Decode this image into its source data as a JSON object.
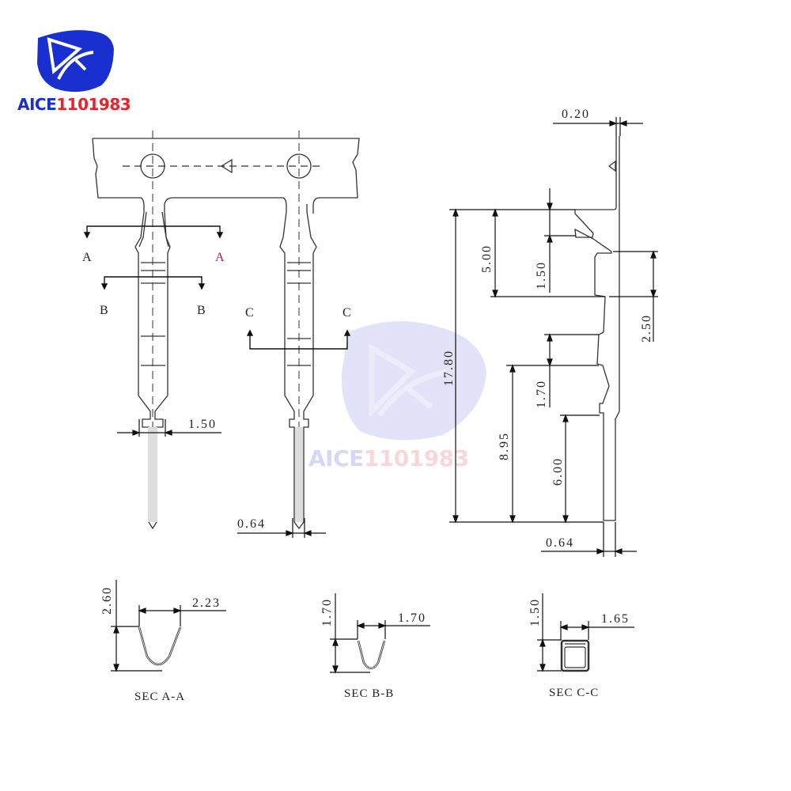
{
  "brand": {
    "logo_text_prefix": "AICE",
    "logo_text_number": "1101983",
    "logo_color_blue": "#1a2fd0",
    "logo_color_red": "#e8232b",
    "watermark_prefix": "AICE",
    "watermark_number": "1101983"
  },
  "front_view": {
    "section_markers": {
      "a_left": "A",
      "a_right": "A",
      "b_left": "B",
      "b_right": "B",
      "c_left": "C",
      "c_right": "C"
    },
    "dimensions": {
      "width_pin": "1.50",
      "width_tip": "0.64"
    }
  },
  "side_view": {
    "dimensions": {
      "thickness": "0.20",
      "total_length": "17.80",
      "crimp_length": "5.00",
      "insulation_barb": "1.50",
      "contact_box": "2.50",
      "lance_gap": "1.70",
      "pin_from_shoulder": "8.95",
      "pin_length": "6.00",
      "pin_width": "0.64"
    }
  },
  "sections": [
    {
      "title": "SEC A-A",
      "height": "2.60",
      "width": "2.23"
    },
    {
      "title": "SEC B-B",
      "height": "1.70",
      "width": "1.70"
    },
    {
      "title": "SEC C-C",
      "height": "1.50",
      "width": "1.65"
    }
  ]
}
